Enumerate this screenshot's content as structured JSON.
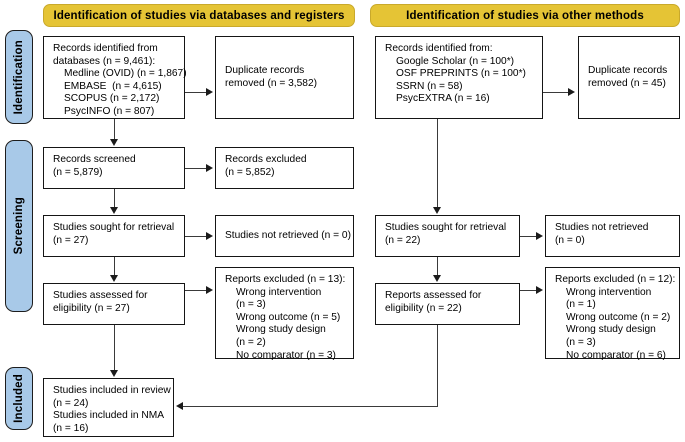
{
  "diagram": {
    "title": "PRISMA flow diagram",
    "colors": {
      "header_fill": "#e5c435",
      "stage_fill": "#a8c9e8",
      "box_fill": "#ffffff",
      "line": "#1b1b1b"
    }
  },
  "stages": [
    {
      "id": "identification",
      "label": "Identification"
    },
    {
      "id": "screening",
      "label": "Screening"
    },
    {
      "id": "included",
      "label": "Included"
    }
  ],
  "columns": [
    {
      "id": "databases",
      "header": "Identification of studies via databases and registers"
    },
    {
      "id": "other",
      "header": "Identification of studies via other methods"
    }
  ],
  "boxes": {
    "db_records_identified": {
      "lines": [
        "Records identified from",
        "databases (n = 9,461):",
        "Medline (OVID) (n = 1,867)",
        "EMBASE  (n = 4,615)",
        "SCOPUS (n = 2,172)",
        "PsycINFO (n = 807)"
      ]
    },
    "db_duplicates_removed": {
      "lines": [
        "Duplicate records",
        "removed (n = 3,582)"
      ]
    },
    "db_records_screened": {
      "lines": [
        "Records screened",
        "(n = 5,879)"
      ]
    },
    "db_records_excluded": {
      "lines": [
        "Records excluded",
        "(n = 5,852)"
      ]
    },
    "db_sought_retrieval": {
      "lines": [
        "Studies sought for retrieval",
        "(n = 27)"
      ]
    },
    "db_not_retrieved": {
      "lines": [
        "Studies not retrieved (n = 0)"
      ]
    },
    "db_assessed_eligibility": {
      "lines": [
        "Studies assessed for",
        "eligibility (n = 27)"
      ]
    },
    "db_reports_excluded": {
      "lines": [
        "Reports excluded (n = 13):",
        "Wrong intervention",
        "(n = 3)",
        "Wrong outcome (n = 5)",
        "Wrong study design",
        "(n = 2)",
        "No comparator (n = 3)"
      ]
    },
    "other_records_identified": {
      "lines": [
        "Records identified from:",
        "Google Scholar (n = 100*)",
        "OSF PREPRINTS (n = 100*)",
        "SSRN (n = 58)",
        "PsycEXTRA (n = 16)"
      ]
    },
    "other_duplicates_removed": {
      "lines": [
        "Duplicate records",
        "removed (n = 45)"
      ]
    },
    "other_sought_retrieval": {
      "lines": [
        "Studies sought for retrieval",
        "(n = 22)"
      ]
    },
    "other_not_retrieved": {
      "lines": [
        "Studies not retrieved",
        "(n = 0)"
      ]
    },
    "other_assessed_eligibility": {
      "lines": [
        "Reports assessed for",
        "eligibility (n = 22)"
      ]
    },
    "other_reports_excluded": {
      "lines": [
        "Reports excluded (n = 12):",
        "Wrong intervention",
        "(n = 1)",
        "Wrong outcome (n = 2)",
        "Wrong study design",
        "(n = 3)",
        "No comparator (n = 6)"
      ]
    },
    "included_studies": {
      "lines": [
        "Studies included in review",
        "(n = 24)",
        "Studies included in NMA",
        "(n = 16)"
      ]
    }
  }
}
